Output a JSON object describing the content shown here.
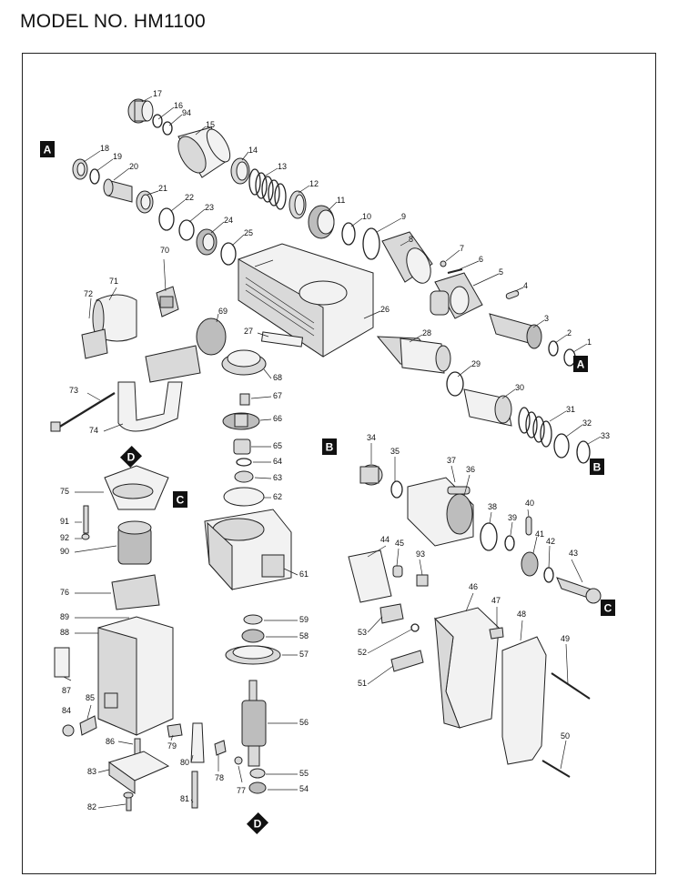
{
  "title": "MODEL NO. HM1100",
  "markers": [
    "A",
    "B",
    "C",
    "D"
  ],
  "parts": [
    "1",
    "2",
    "3",
    "4",
    "5",
    "6",
    "7",
    "8",
    "9",
    "10",
    "11",
    "12",
    "13",
    "14",
    "15",
    "16",
    "17",
    "18",
    "19",
    "20",
    "21",
    "22",
    "23",
    "24",
    "25",
    "26",
    "27",
    "28",
    "29",
    "30",
    "31",
    "32",
    "33",
    "34",
    "35",
    "36",
    "37",
    "38",
    "39",
    "40",
    "41",
    "42",
    "43",
    "44",
    "45",
    "46",
    "47",
    "48",
    "49",
    "50",
    "51",
    "52",
    "53",
    "54",
    "55",
    "56",
    "57",
    "58",
    "59",
    "61",
    "62",
    "63",
    "64",
    "65",
    "66",
    "67",
    "68",
    "69",
    "70",
    "71",
    "72",
    "73",
    "74",
    "75",
    "76",
    "77",
    "78",
    "79",
    "80",
    "81",
    "82",
    "83",
    "84",
    "85",
    "86",
    "87",
    "88",
    "89",
    "90",
    "91",
    "92",
    "93",
    "94"
  ]
}
